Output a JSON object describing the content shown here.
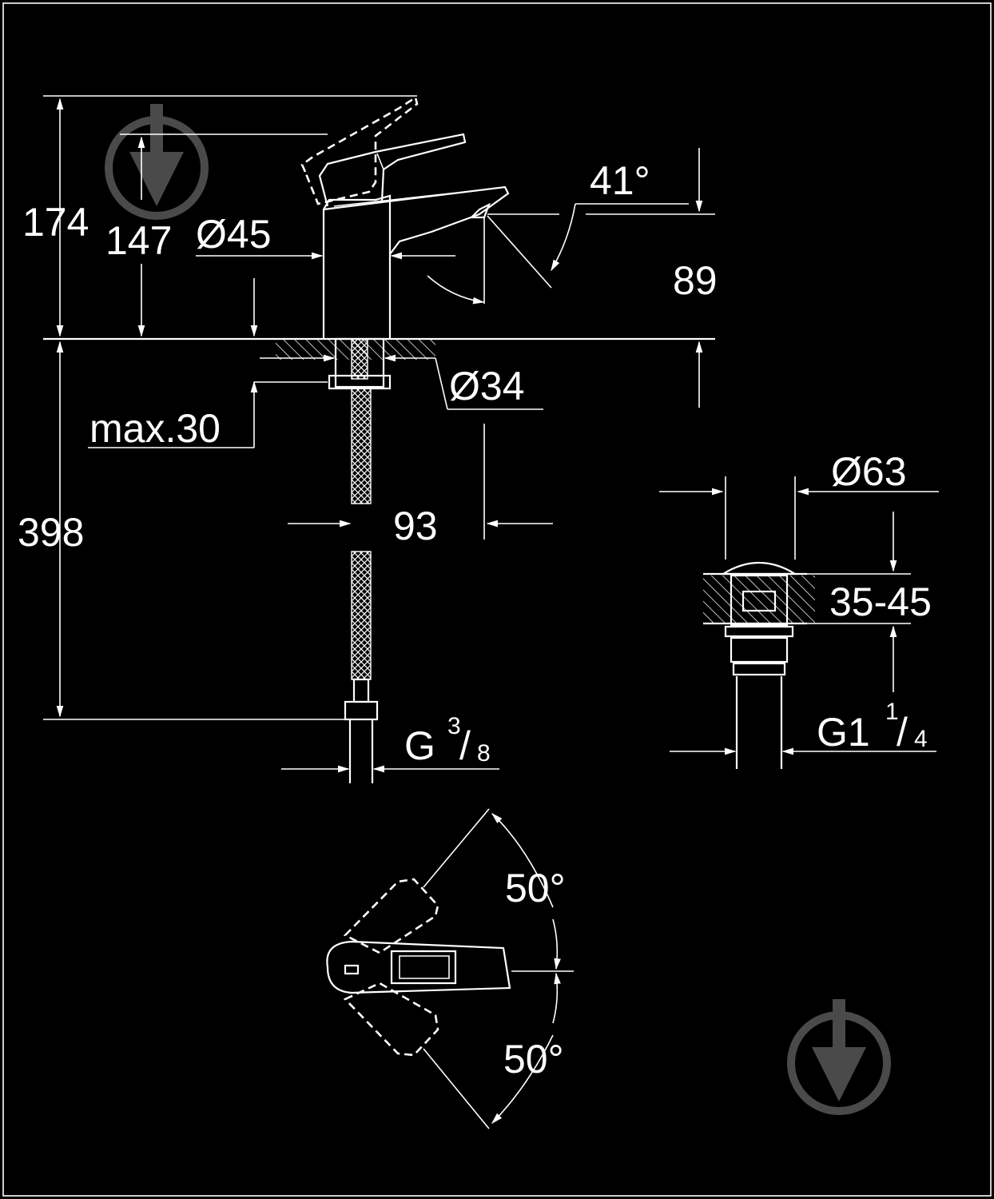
{
  "dimensions": {
    "total_height": "174",
    "spout_height": "147",
    "body_diameter": "Ø45",
    "lever_angle": "41°",
    "spout_outlet_height": "89",
    "mounting_hole_diameter": "Ø34",
    "max_deck_thickness": "max.30",
    "hose_length": "398",
    "spout_reach": "93",
    "hose_connection_main": "G",
    "hose_connection_num": "3",
    "hose_connection_den": "8",
    "waste_diameter": "Ø63",
    "waste_deck_range": "35-45",
    "waste_thread_main": "G1",
    "waste_thread_num": "1",
    "waste_thread_den": "4",
    "rotation_angle_top": "50°",
    "rotation_angle_bottom": "50°"
  }
}
